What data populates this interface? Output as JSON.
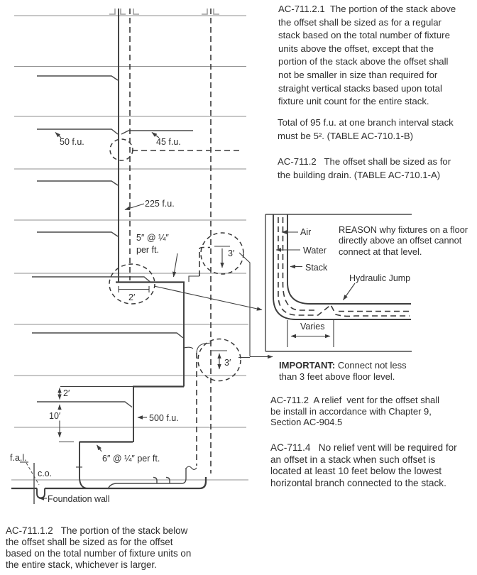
{
  "colors": {
    "background": "#ffffff",
    "line": "#3d3d3d",
    "floor_line": "#8f8f8f",
    "text": "#2e2e2e"
  },
  "diagram": {
    "labels": {
      "fu_50": "50 f.u.",
      "fu_45": "45 f.u.",
      "fu_225": "225 f.u.",
      "offset_size_line1": "5″ @ ¼″",
      "offset_size_line2": "per ft.",
      "dim_2ft_offset": "2′",
      "dim_3ft_upper": "3′",
      "dim_3ft_lower": "3′",
      "dim_2ft_lower": "2′",
      "dim_10ft": "10′",
      "fu_500": "500 f.u.",
      "drain_size": "6″ @ ¼″ per ft.",
      "fresh_air_inlet": "f.a.l.",
      "cleanout": "c.o.",
      "foundation_wall": "Foundation wall"
    }
  },
  "inset": {
    "labels": {
      "air": "Air",
      "water": "Water",
      "stack": "Stack",
      "hydraulic_jump": "Hydraulic Jump",
      "varies": "Varies"
    },
    "reason_lines": [
      "REASON why fixtures on a floor",
      "directly above an offset cannot",
      "connect at that level."
    ]
  },
  "right_column": {
    "p1_lines": [
      "AC-711.2.1  The portion of the stack above",
      "the offset shall be sized as for a regular",
      "stack based on the total number of fixture",
      "units above the offset, except that the",
      "portion of the stack above the offset shall",
      "not be smaller in size than required for",
      "straight vertical stacks based upon total",
      "fixture unit count for the entire stack."
    ],
    "p2_lines": [
      "Total of 95 f.u. at one branch interval stack",
      "must be 5². (TABLE AC-710.1-B)"
    ],
    "p3_lines": [
      "AC-711.2   The offset shall be sized as for",
      "the building drain. (TABLE AC-710.1-A)"
    ],
    "important": {
      "label": "IMPORTANT:",
      "line1_rest": " Connect not less",
      "line2": "than 3 feet above floor level."
    },
    "p4_lines": [
      "AC-711.2  A relief  vent for the offset shall",
      "be install in accordance with Chapter 9,",
      "Section AC-904.5"
    ],
    "p5_lines": [
      "AC-711.4   No relief vent will be required for",
      "an offset in a stack when such offset is",
      "located at least 10 feet below the lowest",
      "horizontal branch connected to the stack."
    ]
  },
  "footer": {
    "p6_lines": [
      "AC-711.1.2   The portion of the stack below",
      "the offset shall be sized as for the offset",
      "based on the total number of fixture units on",
      "the entire stack, whichever is larger."
    ]
  }
}
